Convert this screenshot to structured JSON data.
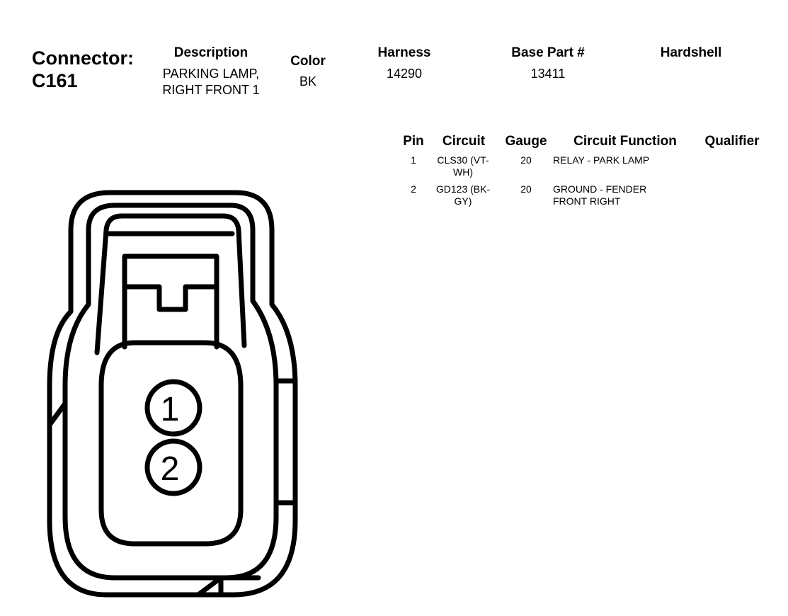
{
  "connector": {
    "label": "Connector:",
    "id": "C161"
  },
  "header": {
    "description_label": "Description",
    "description_value": "PARKING LAMP, RIGHT FRONT 1",
    "color_label": "Color",
    "color_value": "BK",
    "harness_label": "Harness",
    "harness_value": "14290",
    "base_part_label": "Base Part #",
    "base_part_value": "13411",
    "hardshell_label": "Hardshell",
    "hardshell_value": ""
  },
  "pin_table": {
    "columns": [
      "Pin",
      "Circuit",
      "Gauge",
      "Circuit Function",
      "Qualifier"
    ],
    "rows": [
      {
        "pin": "1",
        "circuit": "CLS30 (VT-WH)",
        "gauge": "20",
        "function": "RELAY - PARK LAMP",
        "qualifier": ""
      },
      {
        "pin": "2",
        "circuit": "GD123 (BK-GY)",
        "gauge": "20",
        "function": "GROUND - FENDER FRONT RIGHT",
        "qualifier": ""
      }
    ]
  },
  "diagram": {
    "pin_labels": [
      "1",
      "2"
    ]
  }
}
